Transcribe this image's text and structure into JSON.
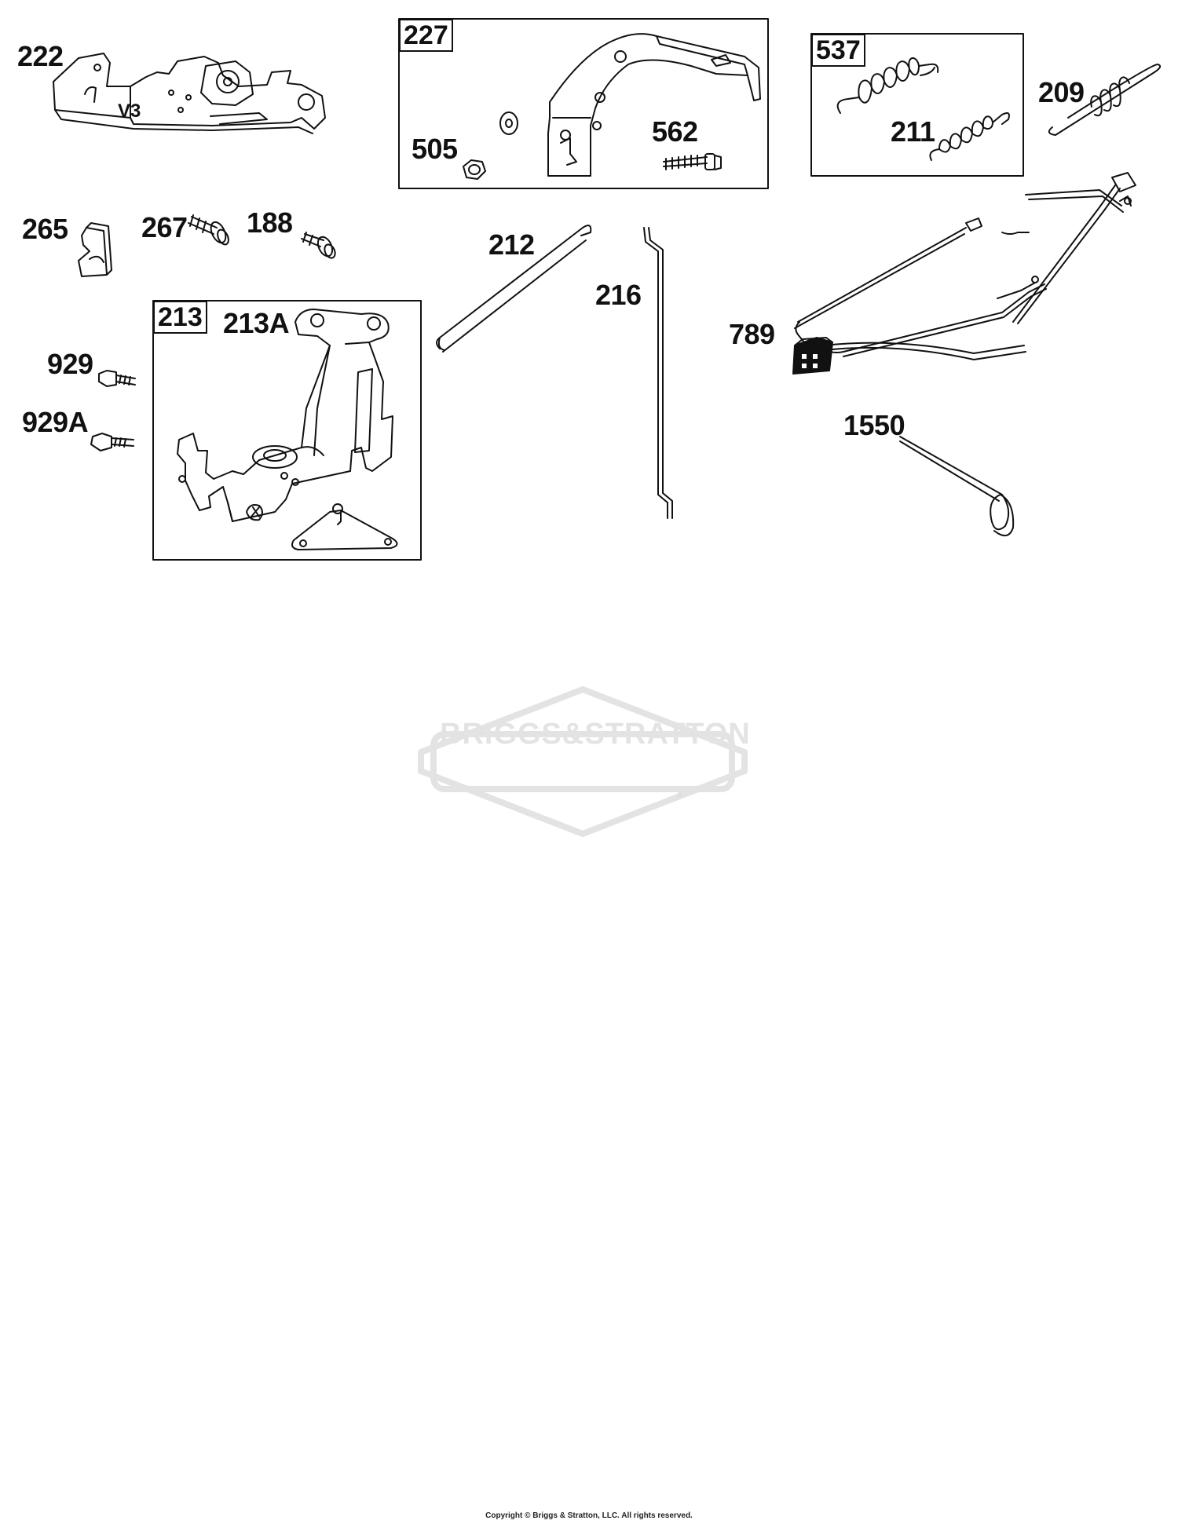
{
  "callouts": {
    "c222": "222",
    "v3": "V3",
    "c227": "227",
    "c505": "505",
    "c562": "562",
    "c537": "537",
    "c211": "211",
    "c209": "209",
    "c265": "265",
    "c267": "267",
    "c188": "188",
    "c212": "212",
    "c216": "216",
    "c789": "789",
    "c213": "213",
    "c213a": "213A",
    "c929": "929",
    "c929a": "929A",
    "c1550": "1550"
  },
  "watermark": {
    "brand": "BRIGGS&STRATTON",
    "reg": "®"
  },
  "footer": {
    "copyright": "Copyright © Briggs & Stratton, LLC. All rights reserved."
  },
  "colors": {
    "line": "#111111",
    "watermark": "#e3e3e3"
  }
}
